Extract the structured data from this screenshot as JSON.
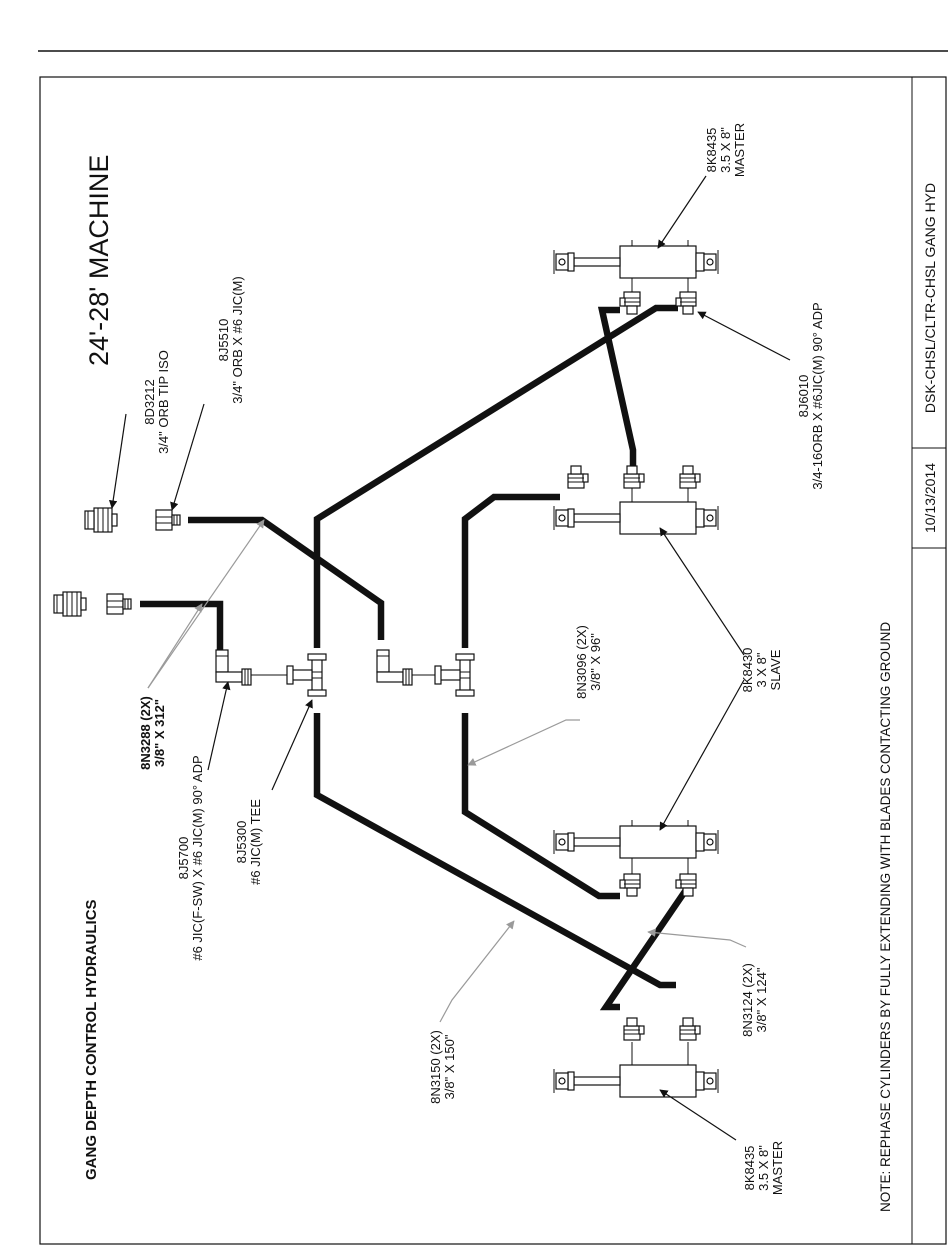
{
  "title_block": {
    "date": "10/13/2014",
    "drawing_id": "DSK-CHSL/CLTR-CHSL GANG HYD"
  },
  "headings": {
    "main": "24'-28' MACHINE",
    "section": "GANG DEPTH CONTROL HYDRAULICS"
  },
  "note": "NOTE:  REPHASE CYLINDERS BY FULLY EXTENDING WITH BLADES CONTACTING GROUND",
  "callouts": {
    "iso_tip": {
      "part": "8D3212",
      "desc": "3/4\" ORB TIP ISO"
    },
    "orb_adapter": {
      "part": "8J5510",
      "desc": "3/4\" ORB X #6 JIC(M)"
    },
    "hose_312": {
      "part": "8N3288 (2X)",
      "desc": "3/8\" X 312\""
    },
    "elbow_adp": {
      "part": "8J5700",
      "desc": "#6 JIC(F-SW) X #6 JIC(M) 90° ADP"
    },
    "tee": {
      "part": "8J5300",
      "desc": "#6 JIC(M) TEE"
    },
    "hose_96": {
      "part": "8N3096 (2X)",
      "desc": "3/8\" X 96\""
    },
    "hose_150": {
      "part": "8N3150 (2X)",
      "desc": "3/8\" X 150\""
    },
    "hose_124": {
      "part": "8N3124 (2X)",
      "desc": "3/8\" X 124\""
    },
    "slave_cyl": {
      "part": "8K8430",
      "size": "3 X 8\"",
      "role": "SLAVE"
    },
    "master_cyl_top": {
      "part": "8K8435",
      "size": "3.5 X 8\"",
      "role": "MASTER"
    },
    "master_cyl_bottom": {
      "part": "8K8435",
      "size": "3.5 X 8\"",
      "role": "MASTER"
    },
    "orb_elbow": {
      "part": "8J6010",
      "desc": "3/4-16ORB X #6JIC(M) 90° ADP"
    }
  }
}
